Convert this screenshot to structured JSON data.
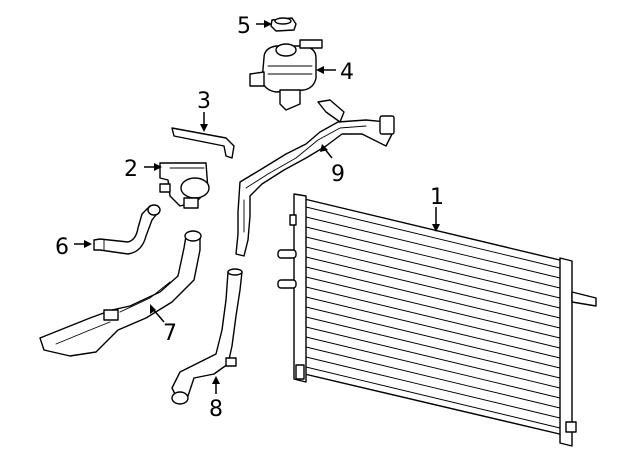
{
  "callouts": [
    {
      "id": "1",
      "label": "1",
      "part": "radiator"
    },
    {
      "id": "2",
      "label": "2",
      "part": "auxiliary-pump"
    },
    {
      "id": "3",
      "label": "3",
      "part": "bracket"
    },
    {
      "id": "4",
      "label": "4",
      "part": "coolant-reservoir"
    },
    {
      "id": "5",
      "label": "5",
      "part": "reservoir-cap"
    },
    {
      "id": "6",
      "label": "6",
      "part": "small-hose"
    },
    {
      "id": "7",
      "label": "7",
      "part": "lower-hose-duct"
    },
    {
      "id": "8",
      "label": "8",
      "part": "hose"
    },
    {
      "id": "9",
      "label": "9",
      "part": "coolant-tube-assembly"
    }
  ]
}
